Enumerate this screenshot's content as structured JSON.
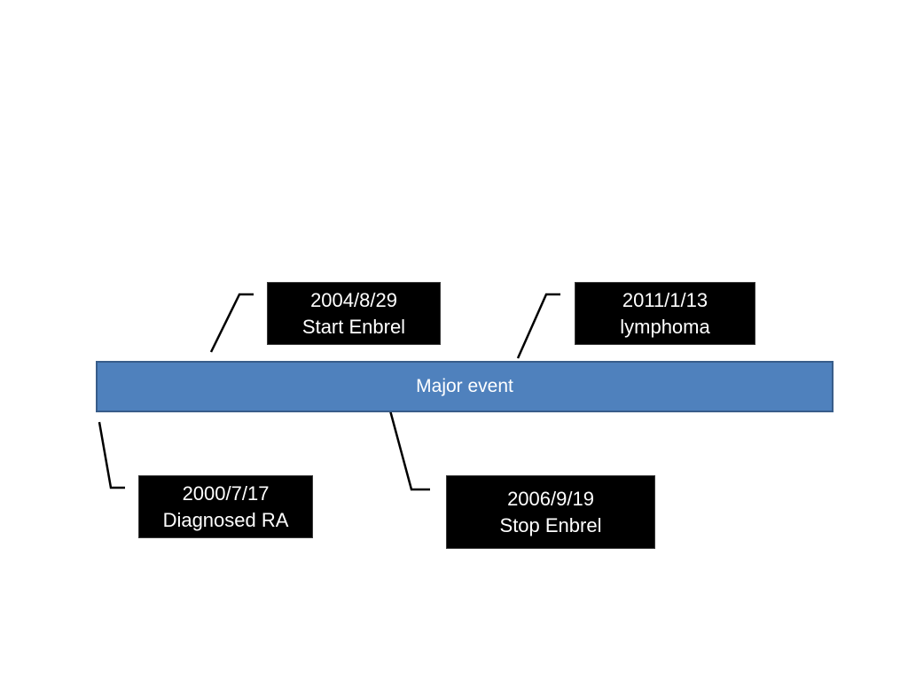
{
  "timeline": {
    "label": "Major event",
    "bar_color": "#4f81bd",
    "bar_border_color": "#385d8a"
  },
  "events": [
    {
      "id": "start-enbrel",
      "date": "2004/8/29",
      "text": "Start Enbrel",
      "side": "above"
    },
    {
      "id": "lymphoma",
      "date": "2011/1/13",
      "text": "lymphoma",
      "side": "above"
    },
    {
      "id": "diagnosed-ra",
      "date": "2000/7/17",
      "text": "Diagnosed RA",
      "side": "below"
    },
    {
      "id": "stop-enbrel",
      "date": "2006/9/19",
      "text": "Stop Enbrel",
      "side": "below"
    }
  ],
  "colors": {
    "callout_fill": "#000000",
    "callout_text": "#ffffff",
    "connector": "#000000"
  }
}
